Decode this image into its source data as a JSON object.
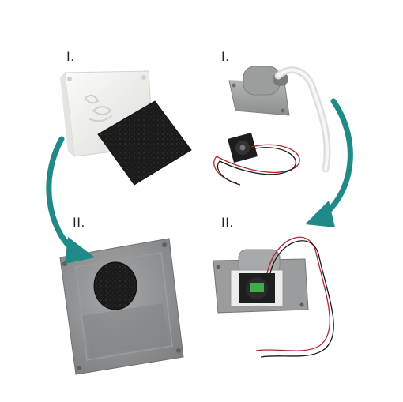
{
  "labels": {
    "top_left": "I.",
    "top_right": "I.",
    "bottom_left": "II.",
    "bottom_right": "II."
  },
  "colors": {
    "arrow": "#1f8a88",
    "metal_plate": "#8e9092",
    "foam": "#1b1b1b",
    "white_case": "#f3f3f0",
    "printed_part": "#a3a4a4",
    "tube": "#eeeeee",
    "wire_red": "#b3262a",
    "wire_black": "#1a1a1a"
  },
  "icons": {
    "arrow_left": "curved-arrow-icon",
    "arrow_right": "curved-arrow-icon",
    "logo": "leaf-logo-icon"
  }
}
